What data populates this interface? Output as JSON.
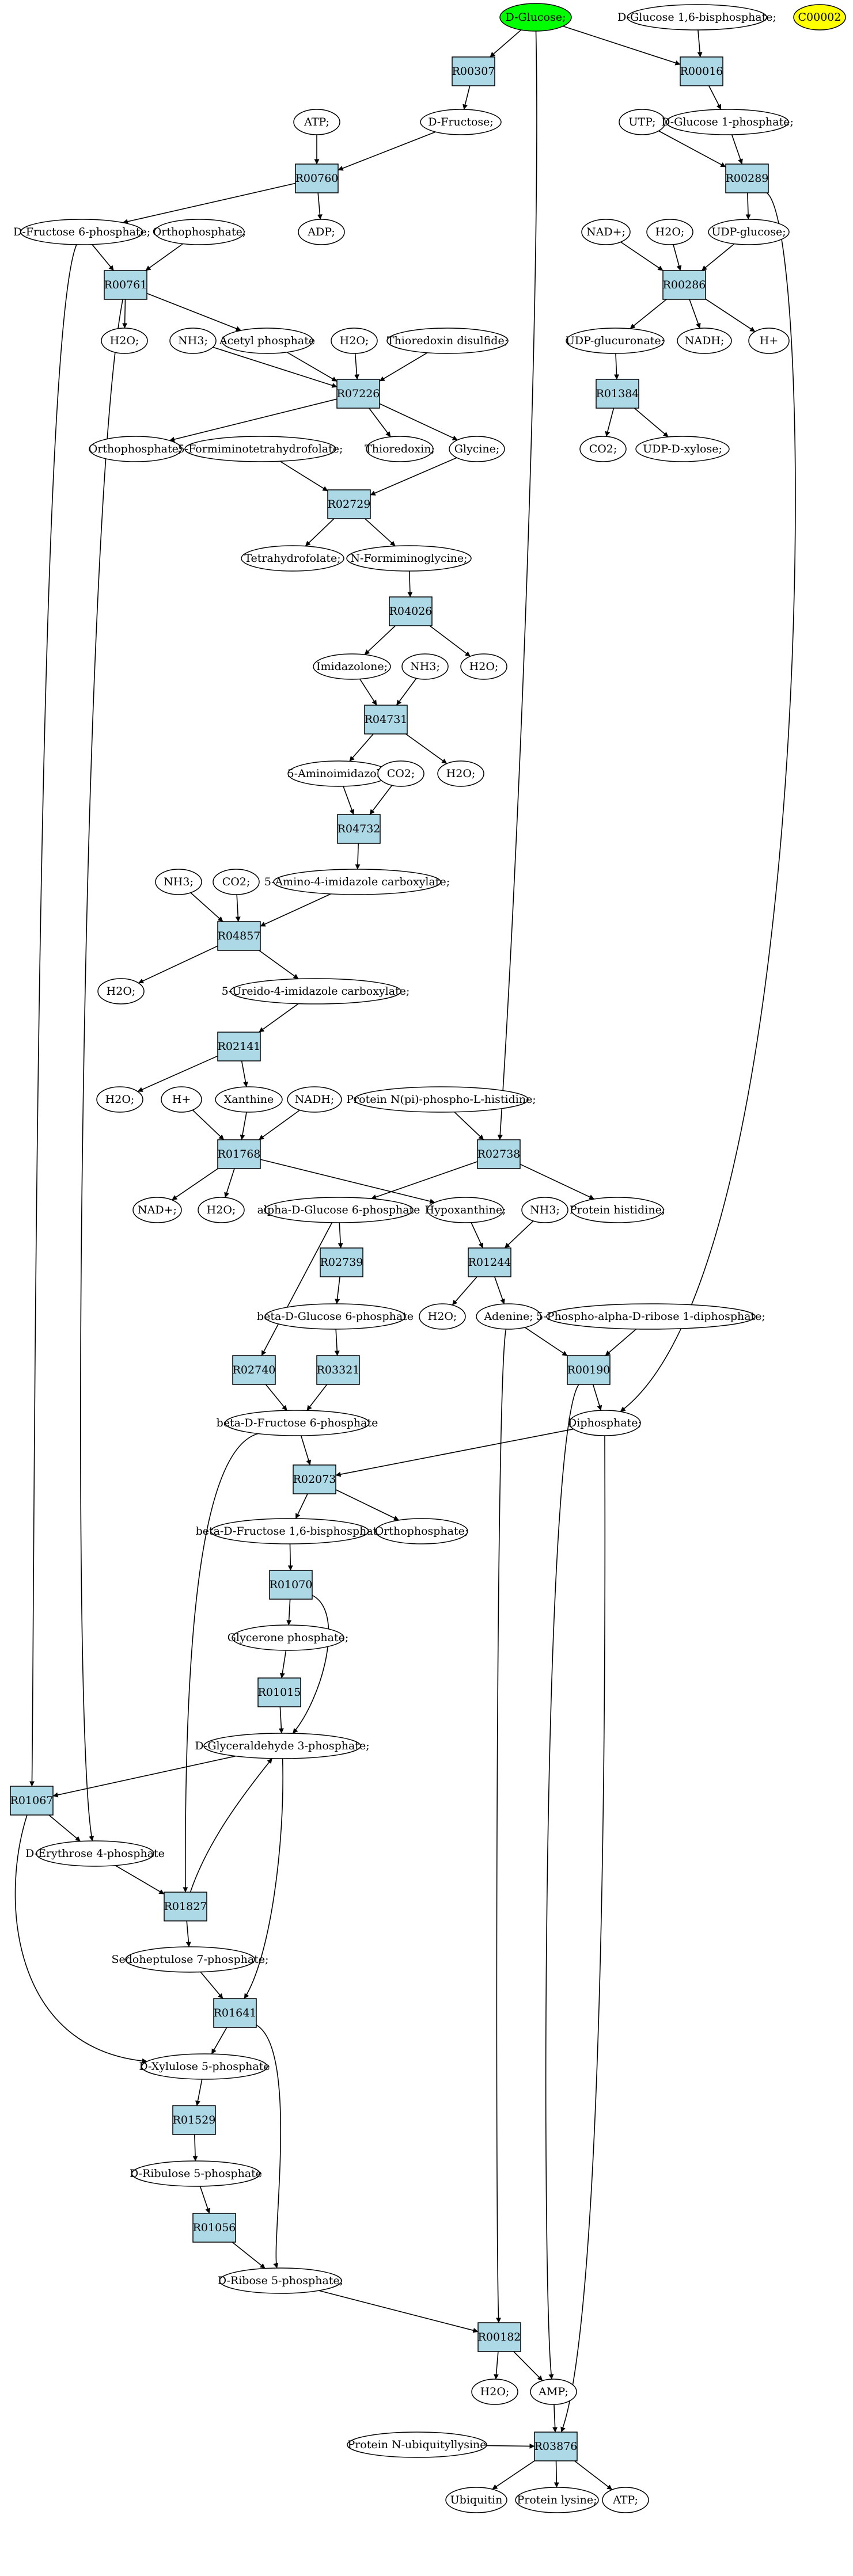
{
  "diagram": {
    "nodes": [
      {
        "id": "glc",
        "kind": "start",
        "label": "D-Glucose;"
      },
      {
        "id": "glc16bp",
        "kind": "compound",
        "label": "D-Glucose 1,6-bisphosphate;"
      },
      {
        "id": "c00002",
        "kind": "highlight",
        "label": "C00002"
      },
      {
        "id": "R00307",
        "kind": "reaction",
        "label": "R00307"
      },
      {
        "id": "R00016",
        "kind": "reaction",
        "label": "R00016"
      },
      {
        "id": "atp1",
        "kind": "compound",
        "label": "ATP;"
      },
      {
        "id": "fru",
        "kind": "compound",
        "label": "D-Fructose;"
      },
      {
        "id": "utp",
        "kind": "compound",
        "label": "UTP;"
      },
      {
        "id": "glc1p",
        "kind": "compound",
        "label": "D-Glucose 1-phosphate;"
      },
      {
        "id": "R00760",
        "kind": "reaction",
        "label": "R00760"
      },
      {
        "id": "R00289",
        "kind": "reaction",
        "label": "R00289"
      },
      {
        "id": "f6p",
        "kind": "compound",
        "label": "D-Fructose 6-phosphate;"
      },
      {
        "id": "pi1",
        "kind": "compound",
        "label": "Orthophosphate;"
      },
      {
        "id": "adp",
        "kind": "compound",
        "label": "ADP;"
      },
      {
        "id": "nadp",
        "kind": "compound",
        "label": "NAD+;"
      },
      {
        "id": "h2o_a",
        "kind": "compound",
        "label": "H2O;"
      },
      {
        "id": "udpglc",
        "kind": "compound",
        "label": "UDP-glucose;"
      },
      {
        "id": "R00761",
        "kind": "reaction",
        "label": "R00761"
      },
      {
        "id": "R00286",
        "kind": "reaction",
        "label": "R00286"
      },
      {
        "id": "h2o_b",
        "kind": "compound",
        "label": "H2O;"
      },
      {
        "id": "nh3_a",
        "kind": "compound",
        "label": "NH3;"
      },
      {
        "id": "acp",
        "kind": "compound",
        "label": "Acetyl phosphate"
      },
      {
        "id": "h2o_c",
        "kind": "compound",
        "label": "H2O;"
      },
      {
        "id": "trxss",
        "kind": "compound",
        "label": "Thioredoxin disulfide;"
      },
      {
        "id": "udpgluc",
        "kind": "compound",
        "label": "UDP-glucuronate;"
      },
      {
        "id": "nadh1",
        "kind": "compound",
        "label": "NADH;"
      },
      {
        "id": "hp1",
        "kind": "compound",
        "label": "H+"
      },
      {
        "id": "R07226",
        "kind": "reaction",
        "label": "R07226"
      },
      {
        "id": "R01384",
        "kind": "reaction",
        "label": "R01384"
      },
      {
        "id": "pi2",
        "kind": "compound",
        "label": "Orthophosphate;"
      },
      {
        "id": "fthf",
        "kind": "compound",
        "label": "5-Formiminotetrahydrofolate;"
      },
      {
        "id": "trx",
        "kind": "compound",
        "label": "Thioredoxin;"
      },
      {
        "id": "gly",
        "kind": "compound",
        "label": "Glycine;"
      },
      {
        "id": "co2_a",
        "kind": "compound",
        "label": "CO2;"
      },
      {
        "id": "udpxyl",
        "kind": "compound",
        "label": "UDP-D-xylose;"
      },
      {
        "id": "R02729",
        "kind": "reaction",
        "label": "R02729"
      },
      {
        "id": "thf",
        "kind": "compound",
        "label": "Tetrahydrofolate;"
      },
      {
        "id": "nfg",
        "kind": "compound",
        "label": "N-Formiminoglycine;"
      },
      {
        "id": "R04026",
        "kind": "reaction",
        "label": "R04026"
      },
      {
        "id": "imid",
        "kind": "compound",
        "label": "Imidazolone;"
      },
      {
        "id": "nh3_b",
        "kind": "compound",
        "label": "NH3;"
      },
      {
        "id": "h2o_d",
        "kind": "compound",
        "label": "H2O;"
      },
      {
        "id": "R04731",
        "kind": "reaction",
        "label": "R04731"
      },
      {
        "id": "aimid",
        "kind": "compound",
        "label": "5-Aminoimidazole;"
      },
      {
        "id": "co2_b",
        "kind": "compound",
        "label": "CO2;"
      },
      {
        "id": "h2o_e",
        "kind": "compound",
        "label": "H2O;"
      },
      {
        "id": "R04732",
        "kind": "reaction",
        "label": "R04732"
      },
      {
        "id": "nh3_c",
        "kind": "compound",
        "label": "NH3;"
      },
      {
        "id": "co2_c",
        "kind": "compound",
        "label": "CO2;"
      },
      {
        "id": "aic",
        "kind": "compound",
        "label": "5-Amino-4-imidazole carboxylate;"
      },
      {
        "id": "R04857",
        "kind": "reaction",
        "label": "R04857"
      },
      {
        "id": "h2o_f",
        "kind": "compound",
        "label": "H2O;"
      },
      {
        "id": "uic",
        "kind": "compound",
        "label": "5-Ureido-4-imidazole carboxylate;"
      },
      {
        "id": "R02141",
        "kind": "reaction",
        "label": "R02141"
      },
      {
        "id": "h2o_g",
        "kind": "compound",
        "label": "H2O;"
      },
      {
        "id": "hp2",
        "kind": "compound",
        "label": "H+"
      },
      {
        "id": "xan",
        "kind": "compound",
        "label": "Xanthine"
      },
      {
        "id": "nadh2",
        "kind": "compound",
        "label": "NADH;"
      },
      {
        "id": "pnph",
        "kind": "compound",
        "label": "Protein N(pi)-phospho-L-histidine;"
      },
      {
        "id": "R01768",
        "kind": "reaction",
        "label": "R01768"
      },
      {
        "id": "R02738",
        "kind": "reaction",
        "label": "R02738"
      },
      {
        "id": "nadp2",
        "kind": "compound",
        "label": "NAD+;"
      },
      {
        "id": "h2o_h",
        "kind": "compound",
        "label": "H2O;"
      },
      {
        "id": "ag6p",
        "kind": "compound",
        "label": "alpha-D-Glucose 6-phosphate"
      },
      {
        "id": "hyp",
        "kind": "compound",
        "label": "Hypoxanthine;"
      },
      {
        "id": "nh3_d",
        "kind": "compound",
        "label": "NH3;"
      },
      {
        "id": "phis",
        "kind": "compound",
        "label": "Protein histidine;"
      },
      {
        "id": "R02739",
        "kind": "reaction",
        "label": "R02739"
      },
      {
        "id": "R01244",
        "kind": "reaction",
        "label": "R01244"
      },
      {
        "id": "bg6p",
        "kind": "compound",
        "label": "beta-D-Glucose 6-phosphate"
      },
      {
        "id": "h2o_i",
        "kind": "compound",
        "label": "H2O;"
      },
      {
        "id": "ade",
        "kind": "compound",
        "label": "Adenine;"
      },
      {
        "id": "prpp",
        "kind": "compound",
        "label": "5-Phospho-alpha-D-ribose 1-diphosphate;"
      },
      {
        "id": "R02740",
        "kind": "reaction",
        "label": "R02740"
      },
      {
        "id": "R03321",
        "kind": "reaction",
        "label": "R03321"
      },
      {
        "id": "R00190",
        "kind": "reaction",
        "label": "R00190"
      },
      {
        "id": "bf6p",
        "kind": "compound",
        "label": "beta-D-Fructose 6-phosphate"
      },
      {
        "id": "ppi",
        "kind": "compound",
        "label": "Diphosphate;"
      },
      {
        "id": "R02073",
        "kind": "reaction",
        "label": "R02073"
      },
      {
        "id": "bfbp",
        "kind": "compound",
        "label": "beta-D-Fructose 1,6-bisphosphate"
      },
      {
        "id": "pi3",
        "kind": "compound",
        "label": "Orthophosphate;"
      },
      {
        "id": "R01070",
        "kind": "reaction",
        "label": "R01070"
      },
      {
        "id": "dhap",
        "kind": "compound",
        "label": "Glycerone phosphate;"
      },
      {
        "id": "R01015",
        "kind": "reaction",
        "label": "R01015"
      },
      {
        "id": "g3p",
        "kind": "compound",
        "label": "D-Glyceraldehyde 3-phosphate;"
      },
      {
        "id": "R01067",
        "kind": "reaction",
        "label": "R01067"
      },
      {
        "id": "e4p",
        "kind": "compound",
        "label": "D-Erythrose 4-phosphate"
      },
      {
        "id": "R01827",
        "kind": "reaction",
        "label": "R01827"
      },
      {
        "id": "s7p",
        "kind": "compound",
        "label": "Sedoheptulose 7-phosphate;"
      },
      {
        "id": "R01641",
        "kind": "reaction",
        "label": "R01641"
      },
      {
        "id": "x5p",
        "kind": "compound",
        "label": "D-Xylulose 5-phosphate"
      },
      {
        "id": "R01529",
        "kind": "reaction",
        "label": "R01529"
      },
      {
        "id": "ru5p",
        "kind": "compound",
        "label": "D-Ribulose 5-phosphate"
      },
      {
        "id": "R01056",
        "kind": "reaction",
        "label": "R01056"
      },
      {
        "id": "r5p",
        "kind": "compound",
        "label": "D-Ribose 5-phosphate;"
      },
      {
        "id": "R00182",
        "kind": "reaction",
        "label": "R00182"
      },
      {
        "id": "h2o_j",
        "kind": "compound",
        "label": "H2O;"
      },
      {
        "id": "amp",
        "kind": "compound",
        "label": "AMP;"
      },
      {
        "id": "pnub",
        "kind": "compound",
        "label": "Protein N-ubiquityllysine"
      },
      {
        "id": "R03876",
        "kind": "reaction",
        "label": "R03876"
      },
      {
        "id": "ubq",
        "kind": "compound",
        "label": "Ubiquitin"
      },
      {
        "id": "plys",
        "kind": "compound",
        "label": "Protein lysine;"
      },
      {
        "id": "atp2",
        "kind": "compound",
        "label": "ATP;"
      }
    ],
    "edges": [
      [
        "glc",
        "R00307"
      ],
      [
        "glc",
        "R00016"
      ],
      [
        "glc",
        "R02738"
      ],
      [
        "glc16bp",
        "R00016"
      ],
      [
        "R00307",
        "fru"
      ],
      [
        "R00016",
        "glc1p"
      ],
      [
        "atp1",
        "R00760"
      ],
      [
        "fru",
        "R00760"
      ],
      [
        "utp",
        "R00289"
      ],
      [
        "glc1p",
        "R00289"
      ],
      [
        "R00760",
        "f6p"
      ],
      [
        "R00760",
        "adp"
      ],
      [
        "R00289",
        "udpglc"
      ],
      [
        "R00289",
        "ppi"
      ],
      [
        "f6p",
        "R00761"
      ],
      [
        "pi1",
        "R00761"
      ],
      [
        "f6p",
        "R01067"
      ],
      [
        "nadp",
        "R00286"
      ],
      [
        "h2o_a",
        "R00286"
      ],
      [
        "udpglc",
        "R00286"
      ],
      [
        "R00761",
        "h2o_b"
      ],
      [
        "R00761",
        "acp"
      ],
      [
        "R00761",
        "e4p"
      ],
      [
        "nh3_a",
        "R07226"
      ],
      [
        "acp",
        "R07226"
      ],
      [
        "h2o_c",
        "R07226"
      ],
      [
        "trxss",
        "R07226"
      ],
      [
        "R00286",
        "udpgluc"
      ],
      [
        "R00286",
        "nadh1"
      ],
      [
        "R00286",
        "hp1"
      ],
      [
        "udpgluc",
        "R01384"
      ],
      [
        "R07226",
        "pi2"
      ],
      [
        "R07226",
        "trx"
      ],
      [
        "R07226",
        "gly"
      ],
      [
        "fthf",
        "R02729"
      ],
      [
        "gly",
        "R02729"
      ],
      [
        "R01384",
        "co2_a"
      ],
      [
        "R01384",
        "udpxyl"
      ],
      [
        "R02729",
        "thf"
      ],
      [
        "R02729",
        "nfg"
      ],
      [
        "nfg",
        "R04026"
      ],
      [
        "R04026",
        "imid"
      ],
      [
        "R04026",
        "h2o_d"
      ],
      [
        "imid",
        "R04731"
      ],
      [
        "nh3_b",
        "R04731"
      ],
      [
        "R04731",
        "aimid"
      ],
      [
        "R04731",
        "h2o_e"
      ],
      [
        "aimid",
        "R04732"
      ],
      [
        "co2_b",
        "R04732"
      ],
      [
        "R04732",
        "aic"
      ],
      [
        "nh3_c",
        "R04857"
      ],
      [
        "co2_c",
        "R04857"
      ],
      [
        "aic",
        "R04857"
      ],
      [
        "R04857",
        "h2o_f"
      ],
      [
        "R04857",
        "uic"
      ],
      [
        "uic",
        "R02141"
      ],
      [
        "R02141",
        "h2o_g"
      ],
      [
        "R02141",
        "xan"
      ],
      [
        "hp2",
        "R01768"
      ],
      [
        "xan",
        "R01768"
      ],
      [
        "nadh2",
        "R01768"
      ],
      [
        "R01768",
        "nadp2"
      ],
      [
        "R01768",
        "h2o_h"
      ],
      [
        "R01768",
        "hyp"
      ],
      [
        "pnph",
        "R02738"
      ],
      [
        "R02738",
        "ag6p"
      ],
      [
        "R02738",
        "phis"
      ],
      [
        "hyp",
        "R01244"
      ],
      [
        "nh3_d",
        "R01244"
      ],
      [
        "ag6p",
        "R02739"
      ],
      [
        "ag6p",
        "R02740"
      ],
      [
        "R01244",
        "h2o_i"
      ],
      [
        "R01244",
        "ade"
      ],
      [
        "R02739",
        "bg6p"
      ],
      [
        "bg6p",
        "R03321"
      ],
      [
        "ade",
        "R00190"
      ],
      [
        "prpp",
        "R00190"
      ],
      [
        "ade",
        "R00182"
      ],
      [
        "R02740",
        "bf6p"
      ],
      [
        "R03321",
        "bf6p"
      ],
      [
        "R00190",
        "ppi"
      ],
      [
        "R00190",
        "amp"
      ],
      [
        "ppi",
        "R03876"
      ],
      [
        "bf6p",
        "R02073"
      ],
      [
        "ppi",
        "R02073"
      ],
      [
        "bf6p",
        "R01827"
      ],
      [
        "R02073",
        "bfbp"
      ],
      [
        "R02073",
        "pi3"
      ],
      [
        "bfbp",
        "R01070"
      ],
      [
        "R01070",
        "dhap"
      ],
      [
        "R01070",
        "g3p"
      ],
      [
        "dhap",
        "R01015"
      ],
      [
        "R01015",
        "g3p"
      ],
      [
        "g3p",
        "R01067"
      ],
      [
        "g3p",
        "R01641"
      ],
      [
        "R01827",
        "g3p"
      ],
      [
        "R01067",
        "e4p"
      ],
      [
        "R01067",
        "x5p"
      ],
      [
        "e4p",
        "R01827"
      ],
      [
        "R01827",
        "s7p"
      ],
      [
        "s7p",
        "R01641"
      ],
      [
        "R01641",
        "x5p"
      ],
      [
        "R01641",
        "r5p"
      ],
      [
        "x5p",
        "R01529"
      ],
      [
        "R01529",
        "ru5p"
      ],
      [
        "ru5p",
        "R01056"
      ],
      [
        "R01056",
        "r5p"
      ],
      [
        "r5p",
        "R00182"
      ],
      [
        "R00182",
        "h2o_j"
      ],
      [
        "R00182",
        "amp"
      ],
      [
        "amp",
        "R03876"
      ],
      [
        "pnub",
        "R03876"
      ],
      [
        "R03876",
        "ubq"
      ],
      [
        "R03876",
        "plys"
      ],
      [
        "R03876",
        "atp2"
      ]
    ]
  },
  "colors": {
    "start": "#00ff00",
    "highlight": "#ffff00",
    "reaction": "#add8e6",
    "compound": "#ffffff",
    "stroke": "#000000"
  }
}
